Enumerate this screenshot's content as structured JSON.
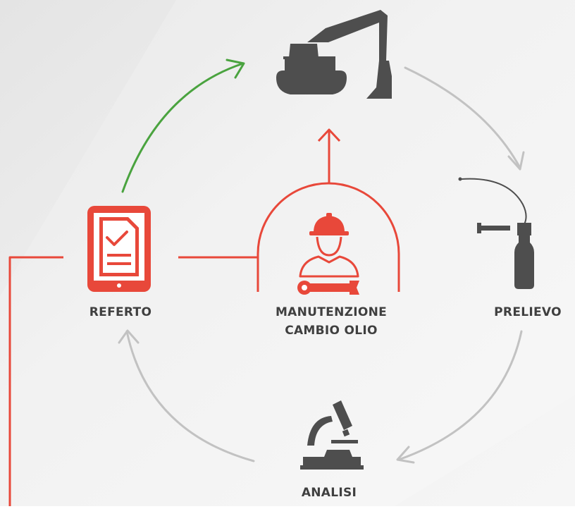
{
  "nodes": {
    "referto": {
      "label": "REFERTO",
      "icon": "tablet-report-icon"
    },
    "manutenzione": {
      "label_line1": "MANUTENZIONE",
      "label_line2": "CAMBIO OLIO",
      "icon": "technician-wrench-icon"
    },
    "prelievo": {
      "label": "PRELIEVO",
      "icon": "oil-sample-bottle-icon"
    },
    "analisi": {
      "label": "ANALISI",
      "icon": "microscope-icon"
    },
    "machine": {
      "icon": "excavator-icon"
    }
  },
  "colors": {
    "accent_red": "#e8483a",
    "cycle_gray": "#c2c2c2",
    "return_green": "#4aa33f",
    "icon_dark": "#4e4e4e",
    "text": "#3f3f3f"
  }
}
